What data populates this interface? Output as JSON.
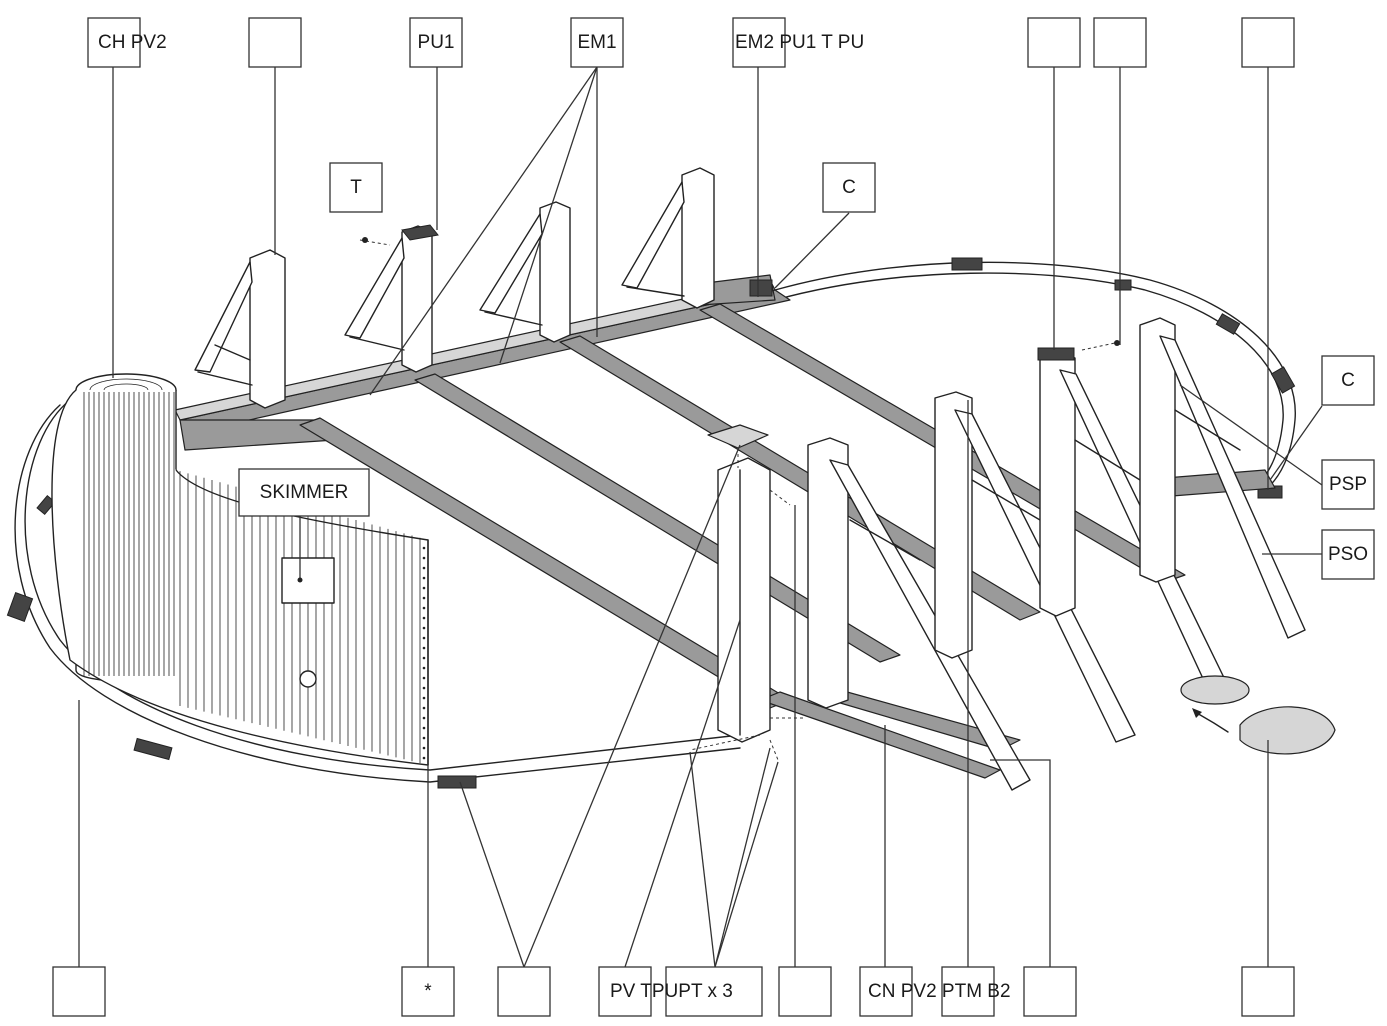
{
  "labels": {
    "ch_pv2": "CH PV2",
    "top_blank_1": "",
    "pu1": "PU1",
    "em1": "EM1",
    "em2_pu1_t_pu": "EM2 PU1 T PU",
    "top_blank_2": "",
    "top_blank_3": "",
    "top_blank_4": "",
    "t": "T",
    "c_top": "C",
    "c_right": "C",
    "psp": "PSP",
    "pso": "PSO",
    "skimmer": "SKIMMER",
    "bottom_blank_1": "",
    "asterisk": "*",
    "bottom_blank_2": "",
    "pv_tpupt_x3": "PV TPUPT x 3",
    "bottom_blank_3": "",
    "cn_pv2_ptm_b2": "CN PV2 PTM B2",
    "bottom_blank_4": ""
  }
}
